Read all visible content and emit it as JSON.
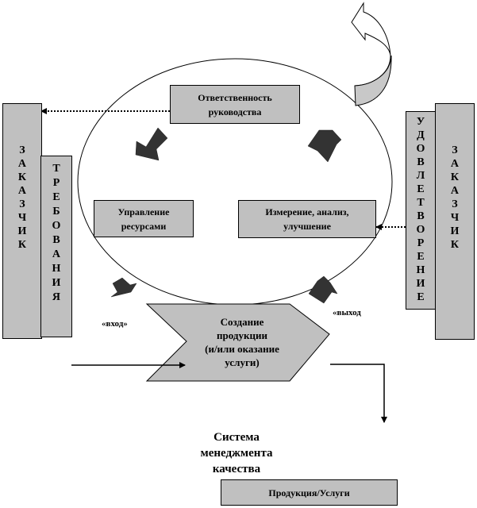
{
  "diagram": {
    "title": "Система менеджмента качества",
    "title_lines": [
      "Система",
      "менеджмента",
      "качества"
    ],
    "left_customer": {
      "label": "ЗАКАЗЧИК",
      "letters": [
        "З",
        "А",
        "К",
        "А",
        "З",
        "Ч",
        "И",
        "К"
      ]
    },
    "left_requirements": {
      "label": "ТРЕБОВАНИЯ",
      "letters": [
        "Т",
        "Р",
        "Е",
        "Б",
        "О",
        "В",
        "А",
        "Н",
        "И",
        "Я"
      ]
    },
    "right_satisfaction": {
      "label": "УДОВЛЕТВОРЕНИЕ",
      "letters": [
        "У",
        "Д",
        "О",
        "В",
        "Л",
        "Е",
        "Т",
        "В",
        "О",
        "Р",
        "Е",
        "Н",
        "И",
        "Е"
      ]
    },
    "right_customer": {
      "label": "ЗАКАЗЧИК",
      "letters": [
        "З",
        "А",
        "К",
        "А",
        "З",
        "Ч",
        "И",
        "К"
      ]
    },
    "processes": {
      "management_responsibility": [
        "Ответственность",
        "руководства"
      ],
      "resource_management": [
        "Управление",
        "ресурсами"
      ],
      "measurement_analysis": [
        "Измерение, анализ,",
        "улучшение"
      ],
      "product_realization": [
        "Создание",
        "продукции",
        "(и/или оказание",
        "услуги)"
      ]
    },
    "input_label": "«вход»",
    "output_label": "«выход",
    "output_product": "Продукция/Услуги",
    "icons": {
      "cycle_arrows": "block-arrow-icon",
      "improvement": "curved-arrow-icon",
      "connectors": "arrow-icon"
    },
    "colors": {
      "box_fill": "#c0c0c0",
      "arrow_fill": "#333333",
      "stroke": "#000000",
      "background": "#ffffff"
    }
  }
}
